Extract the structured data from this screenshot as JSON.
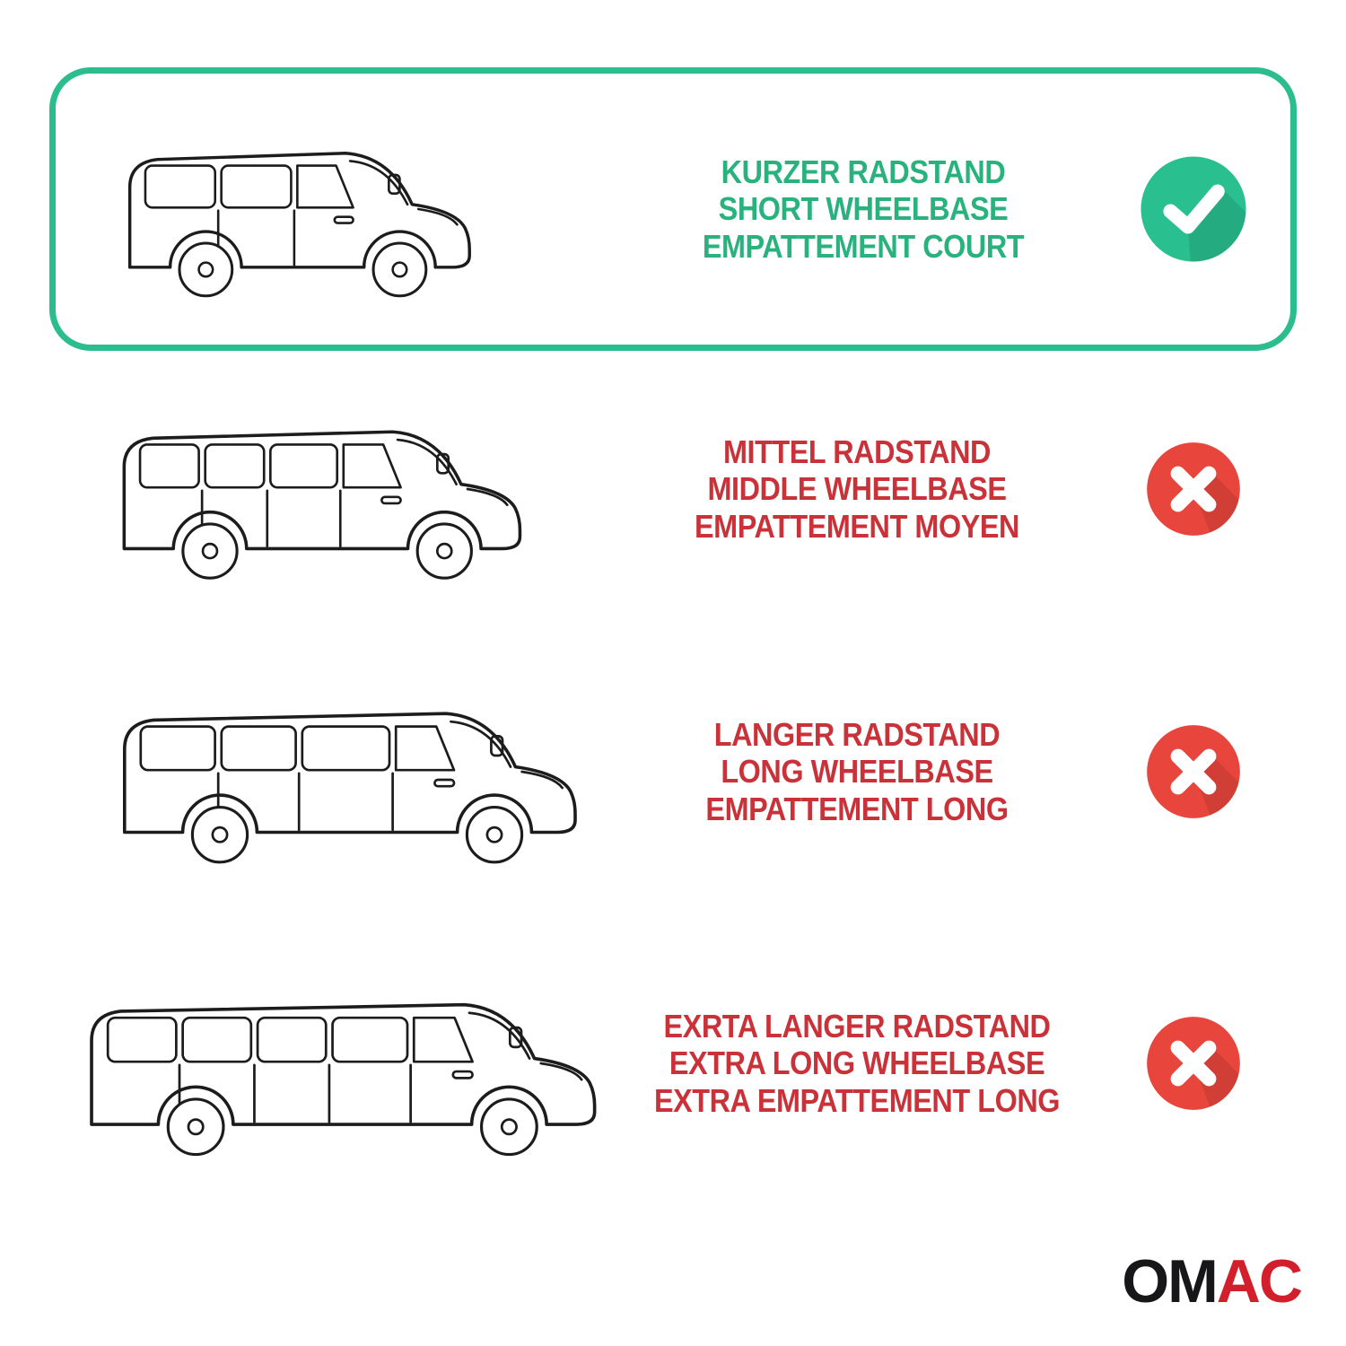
{
  "colors": {
    "highlight_green": "#2cbd8e",
    "text_green": "#29b27d",
    "text_red": "#c93238",
    "check_green": "#2abf8f",
    "cross_red": "#e8463d",
    "line_dark": "#1c1c1c",
    "logo_dark": "#17171a",
    "logo_red": "#d21f2b"
  },
  "rows": [
    {
      "variant": "short-wheelbase",
      "lines": [
        "KURZER RADSTAND",
        "SHORT WHEELBASE",
        "EMPATTEMENT COURT"
      ],
      "status": "check",
      "highlighted": true
    },
    {
      "variant": "middle-wheelbase",
      "lines": [
        "MITTEL RADSTAND",
        "MIDDLE WHEELBASE",
        "EMPATTEMENT MOYEN"
      ],
      "status": "cross",
      "highlighted": false
    },
    {
      "variant": "long-wheelbase",
      "lines": [
        "LANGER RADSTAND",
        "LONG WHEELBASE",
        "EMPATTEMENT LONG"
      ],
      "status": "cross",
      "highlighted": false
    },
    {
      "variant": "extra-long-wheelbase",
      "lines": [
        "EXRTA LANGER RADSTAND",
        "EXTRA LONG WHEELBASE",
        "EXTRA EMPATTEMENT LONG"
      ],
      "status": "cross",
      "highlighted": false
    }
  ],
  "logo": {
    "text_dark": "OM",
    "text_red": "AC"
  }
}
